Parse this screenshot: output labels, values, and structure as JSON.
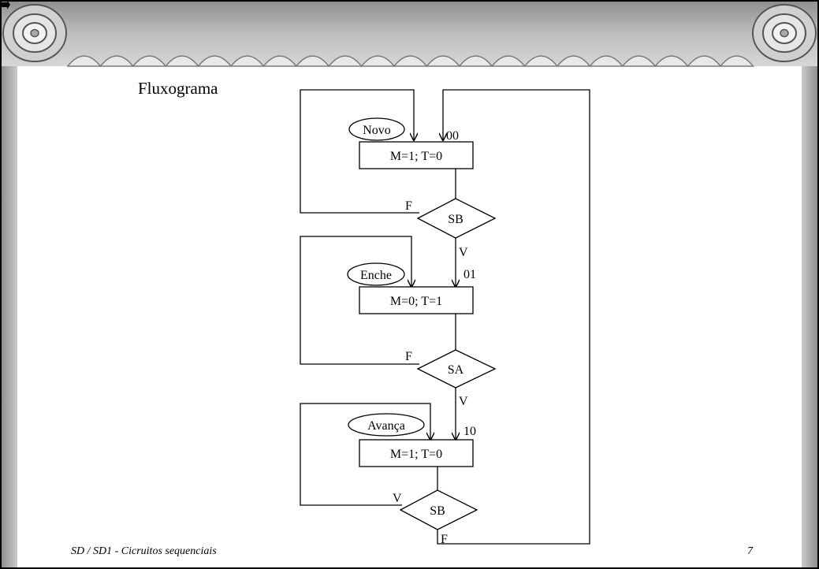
{
  "slide": {
    "bullet": "Fluxograma",
    "footer_left": "SD / SD1 - Cicruitos sequenciais",
    "page_number": "7"
  },
  "flowchart": {
    "states": [
      {
        "tag": "Novo",
        "code": "00",
        "action": "M=1; T=0",
        "condition": "SB",
        "false_label": "F",
        "true_label": "V"
      },
      {
        "tag": "Enche",
        "code": "01",
        "action": "M=0; T=1",
        "condition": "SA",
        "false_label": "F",
        "true_label": "V"
      },
      {
        "tag": "Avança",
        "code": "10",
        "action": "M=1; T=0",
        "condition": "SB",
        "loop_label": "V",
        "exit_label": "F"
      }
    ]
  },
  "colors": {
    "frame": "#000000",
    "banner": "#a9a9a9",
    "side_bar": "#b5b5b5",
    "background": "#ffffff"
  }
}
